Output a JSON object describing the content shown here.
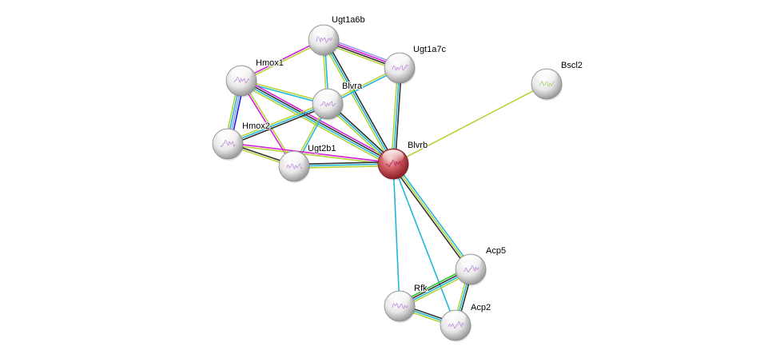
{
  "diagram": {
    "type": "protein-interaction-network",
    "query_node": "Blvrb",
    "colors": {
      "node_default": "#e6e6e6",
      "node_query": "#c8434e",
      "edge_database": "#21b7d6",
      "edge_experimental": "#d41fd6",
      "edge_textmining": "#b5d43a",
      "edge_coexpression": "#333333",
      "edge_homology": "#9b9bf5",
      "edge_gene_fusion": "#1d1de0",
      "edge_neighborhood": "#2cc72c"
    },
    "nodes": [
      {
        "id": "Ugt1a6b",
        "label": "Ugt1a6b"
      },
      {
        "id": "Ugt1a7c",
        "label": "Ugt1a7c"
      },
      {
        "id": "Hmox1",
        "label": "Hmox1"
      },
      {
        "id": "Blvra",
        "label": "Blvra"
      },
      {
        "id": "Hmox2",
        "label": "Hmox2"
      },
      {
        "id": "Ugt2b1",
        "label": "Ugt2b1"
      },
      {
        "id": "Blvrb",
        "label": "Blvrb"
      },
      {
        "id": "Bscl2",
        "label": "Bscl2"
      },
      {
        "id": "Acp5",
        "label": "Acp5"
      },
      {
        "id": "Rfk",
        "label": "Rfk"
      },
      {
        "id": "Acp2",
        "label": "Acp2"
      }
    ],
    "edges": [
      {
        "a": "Hmox1",
        "b": "Ugt1a6b",
        "types": [
          "edge_experimental",
          "edge_textmining"
        ]
      },
      {
        "a": "Ugt1a6b",
        "b": "Ugt1a7c",
        "types": [
          "edge_homology",
          "edge_experimental",
          "edge_coexpression",
          "edge_textmining"
        ]
      },
      {
        "a": "Ugt1a6b",
        "b": "Blvra",
        "types": [
          "edge_database",
          "edge_textmining"
        ]
      },
      {
        "a": "Ugt1a6b",
        "b": "Blvrb",
        "types": [
          "edge_coexpression",
          "edge_database",
          "edge_textmining"
        ]
      },
      {
        "a": "Ugt1a7c",
        "b": "Blvra",
        "types": [
          "edge_database",
          "edge_textmining"
        ]
      },
      {
        "a": "Ugt1a7c",
        "b": "Blvrb",
        "types": [
          "edge_coexpression",
          "edge_database",
          "edge_textmining"
        ]
      },
      {
        "a": "Hmox1",
        "b": "Blvra",
        "types": [
          "edge_textmining",
          "edge_database"
        ]
      },
      {
        "a": "Hmox1",
        "b": "Hmox2",
        "types": [
          "edge_gene_fusion",
          "edge_homology",
          "edge_database",
          "edge_textmining"
        ]
      },
      {
        "a": "Hmox1",
        "b": "Ugt2b1",
        "types": [
          "edge_textmining",
          "edge_experimental"
        ]
      },
      {
        "a": "Hmox1",
        "b": "Blvrb",
        "types": [
          "edge_experimental",
          "edge_coexpression",
          "edge_database",
          "edge_textmining"
        ]
      },
      {
        "a": "Blvra",
        "b": "Hmox2",
        "types": [
          "edge_coexpression",
          "edge_database",
          "edge_textmining"
        ]
      },
      {
        "a": "Blvra",
        "b": "Ugt2b1",
        "types": [
          "edge_database",
          "edge_textmining"
        ]
      },
      {
        "a": "Blvra",
        "b": "Blvrb",
        "types": [
          "edge_coexpression",
          "edge_database",
          "edge_textmining"
        ]
      },
      {
        "a": "Hmox2",
        "b": "Ugt2b1",
        "types": [
          "edge_coexpression",
          "edge_textmining"
        ]
      },
      {
        "a": "Hmox2",
        "b": "Blvrb",
        "types": [
          "edge_experimental",
          "edge_textmining"
        ]
      },
      {
        "a": "Ugt2b1",
        "b": "Blvrb",
        "types": [
          "edge_coexpression",
          "edge_database",
          "edge_textmining"
        ]
      },
      {
        "a": "Blvrb",
        "b": "Bscl2",
        "types": [
          "edge_textmining"
        ]
      },
      {
        "a": "Blvrb",
        "b": "Acp5",
        "types": [
          "edge_database",
          "edge_textmining",
          "edge_coexpression"
        ]
      },
      {
        "a": "Blvrb",
        "b": "Rfk",
        "types": [
          "edge_database"
        ]
      },
      {
        "a": "Blvrb",
        "b": "Acp2",
        "types": [
          "edge_database"
        ]
      },
      {
        "a": "Rfk",
        "b": "Acp5",
        "types": [
          "edge_neighborhood",
          "edge_coexpression",
          "edge_database",
          "edge_textmining"
        ]
      },
      {
        "a": "Rfk",
        "b": "Acp2",
        "types": [
          "edge_coexpression",
          "edge_database",
          "edge_textmining"
        ]
      },
      {
        "a": "Acp5",
        "b": "Acp2",
        "types": [
          "edge_coexpression",
          "edge_database",
          "edge_textmining"
        ]
      }
    ]
  }
}
